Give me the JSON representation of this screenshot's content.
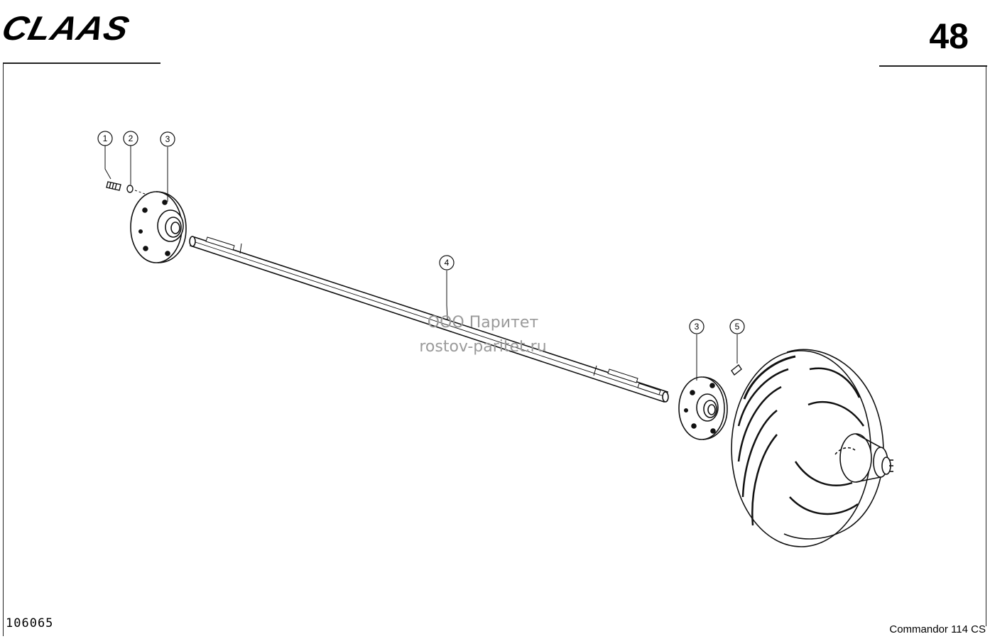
{
  "header": {
    "logo_text": "CLAAS",
    "page_number": "48"
  },
  "footer": {
    "drawing_number": "106065",
    "model": "Commandor 114 CS"
  },
  "watermark": {
    "line1": "ООО Паритет",
    "line2": "rostov-paritet.ru"
  },
  "callouts": [
    {
      "label": "1"
    },
    {
      "label": "2"
    },
    {
      "label": "3"
    },
    {
      "label": "4"
    },
    {
      "label": "3"
    },
    {
      "label": "5"
    }
  ]
}
